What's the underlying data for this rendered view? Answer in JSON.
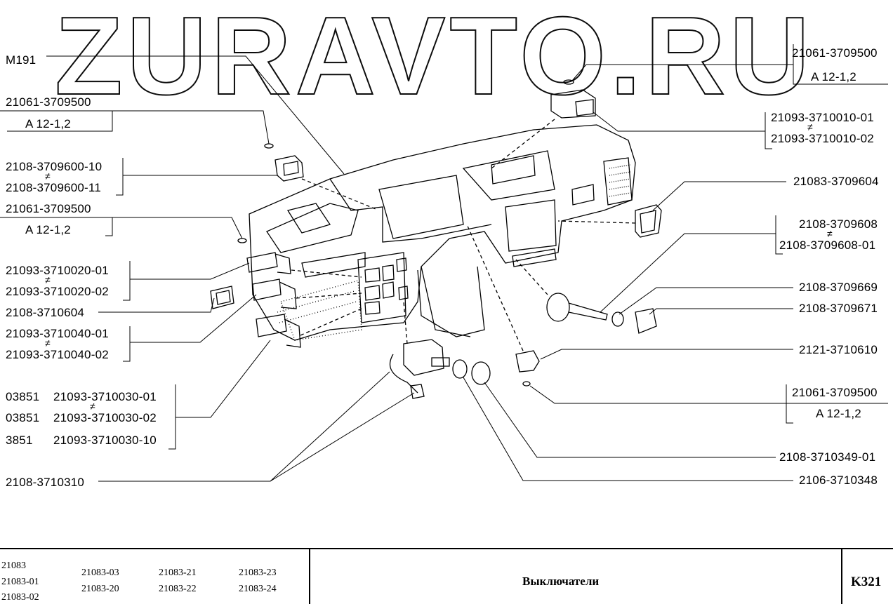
{
  "watermark": "ZURAVTO.RU",
  "labels": {
    "m191": "M191",
    "l_21061_a": "21061-3709500",
    "l_a12_a": "A 12-1,2",
    "l_2108_96_10": "2108-3709600-10",
    "l_2108_96_11": "2108-3709600-11",
    "l_21061_b": "21061-3709500",
    "l_a12_b": "A 12-1,2",
    "l_20_01": "21093-3710020-01",
    "l_20_02": "21093-3710020-02",
    "l_604": "2108-3710604",
    "l_40_01": "21093-3710040-01",
    "l_40_02": "21093-3710040-02",
    "l_c1": "03851",
    "l_c2": "03851",
    "l_c3": "3851",
    "l_30_01": "21093-3710030-01",
    "l_30_02": "21093-3710030-02",
    "l_30_10": "21093-3710030-10",
    "l_310": "2108-3710310",
    "r_21061_a": "21061-3709500",
    "r_a12_a": "A 12-1,2",
    "r_10_01": "21093-3710010-01",
    "r_10_02": "21093-3710010-02",
    "r_604": "21083-3709604",
    "r_608": "2108-3709608",
    "r_608_01": "2108-3709608-01",
    "r_669": "2108-3709669",
    "r_671": "2108-3709671",
    "r_610": "2121-3710610",
    "r_21061_b": "21061-3709500",
    "r_a12_b": "A 12-1,2",
    "r_349": "2108-3710349-01",
    "r_348": "2106-3710348",
    "ne_symbol": "≠"
  },
  "footer": {
    "models_col1": [
      "21083",
      "21083-01",
      "21083-02"
    ],
    "models_col2": [
      "21083-03",
      "21083-20"
    ],
    "models_col3": [
      "21083-21",
      "21083-22"
    ],
    "models_col4": [
      "21083-23",
      "21083-24"
    ],
    "title": "Выключатели",
    "code": "K321"
  }
}
